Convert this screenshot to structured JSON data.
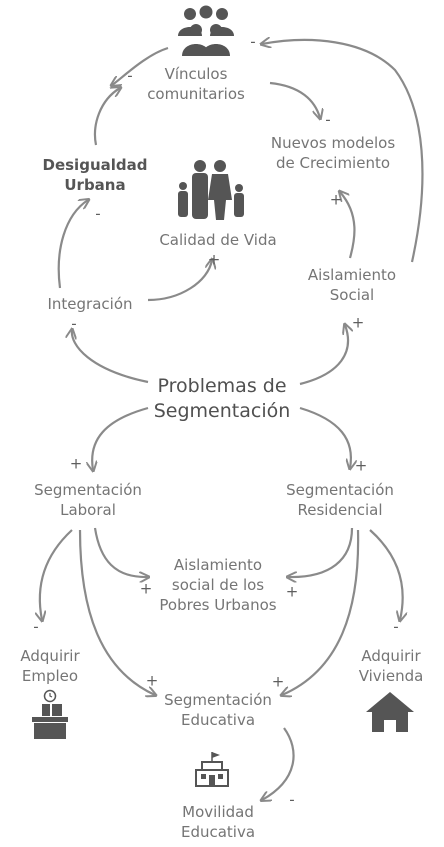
{
  "nodes": {
    "vinculos": "Vínculos\ncomunitarios",
    "nuevos_modelos": "Nuevos modelos\nde Crecimiento",
    "desigualdad": "Desigualdad\nUrbana",
    "calidad_vida": "Calidad de Vida",
    "integracion": "Integración",
    "aislamiento_social": "Aislamiento\nSocial",
    "problemas": "Problemas de\nSegmentación",
    "seg_laboral": "Segmentación\nLaboral",
    "seg_residencial": "Segmentación\nResidencial",
    "aislamiento_pobres": "Aislamiento\nsocial de los\nPobres Urbanos",
    "adquirir_empleo": "Adquirir\nEmpleo",
    "adquirir_vivienda": "Adquirir\nVivienda",
    "seg_educativa": "Segmentación\nEducativa",
    "movilidad": "Movilidad\nEducativa"
  },
  "signs": {
    "people_minus": "-",
    "vinculos_minus": "-",
    "nuevos_minus": "-",
    "desigualdad_minus": "-",
    "nuevos_plus": "+",
    "calidad_plus": "+",
    "integracion_minus": "-",
    "aislamiento_plus": "+",
    "laboral_plus": "+",
    "residencial_plus": "+",
    "pobres_plus_left": "+",
    "pobres_plus_right": "+",
    "empleo_minus": "-",
    "vivienda_minus": "-",
    "educativa_plus_left": "+",
    "educativa_plus_right": "+",
    "movilidad_minus": "-"
  },
  "icons": [
    "people-group-icon",
    "family-icon",
    "office-worker-icon",
    "house-icon",
    "school-building-icon"
  ]
}
